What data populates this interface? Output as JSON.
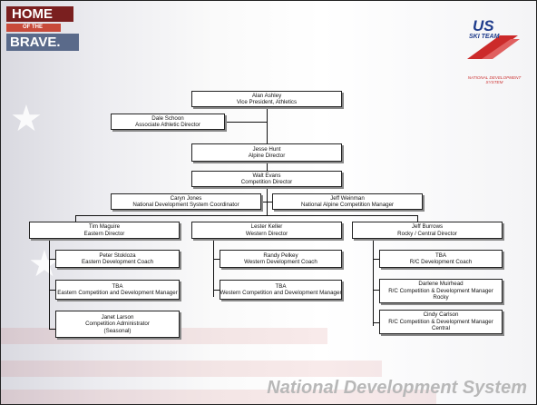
{
  "logo_left": {
    "line1": "HOME",
    "line2": "OF THE",
    "line3": "BRAVE."
  },
  "logo_right": {
    "line1": "US",
    "line2": "SKI TEAM",
    "line3": "NATIONAL DEVELOPMENT",
    "line4": "SYSTEM"
  },
  "org": {
    "ashley": {
      "name": "Alan Ashley",
      "title": "Vice President, Athletics"
    },
    "schoon": {
      "name": "Dale Schoon",
      "title": "Associate Athletic Director"
    },
    "hunt": {
      "name": "Jesse Hunt",
      "title": "Alpine Director"
    },
    "evans": {
      "name": "Walt Evans",
      "title": "Competition Director"
    },
    "jones": {
      "name": "Caryn Jones",
      "title": "National Development System Coordinator"
    },
    "weinman": {
      "name": "Jeff Weinman",
      "title": "National Alpine Competition Manager"
    },
    "maguire": {
      "name": "Tim Maguire",
      "title": "Eastern Director"
    },
    "keller": {
      "name": "Lester Keller",
      "title": "Western Director"
    },
    "burrows": {
      "name": "Jeff Burrows",
      "title": "Rocky / Central Director"
    },
    "stokloza": {
      "name": "Peter Stokloza",
      "title": "Eastern Development Coach"
    },
    "east_tba": {
      "name": "TBA",
      "title": "Eastern Competition and Development Manager"
    },
    "larson": {
      "name": "Janet Larson",
      "title": "Competition Administrator",
      "note": "(Seasonal)"
    },
    "pelkey": {
      "name": "Randy Pelkey",
      "title": "Western Development Coach"
    },
    "west_tba": {
      "name": "TBA",
      "title": "Western Competition and Development Manager"
    },
    "rc_tba": {
      "name": "TBA",
      "title": "R/C Development Coach"
    },
    "muirhead": {
      "name": "Darlene Muirhead",
      "title": "R/C Competition & Development Manager",
      "note": "Rocky"
    },
    "carlson": {
      "name": "Cindy Carlson",
      "title": "R/C Competition & Development Manager",
      "note": "Central"
    }
  },
  "footer": "National Development System"
}
